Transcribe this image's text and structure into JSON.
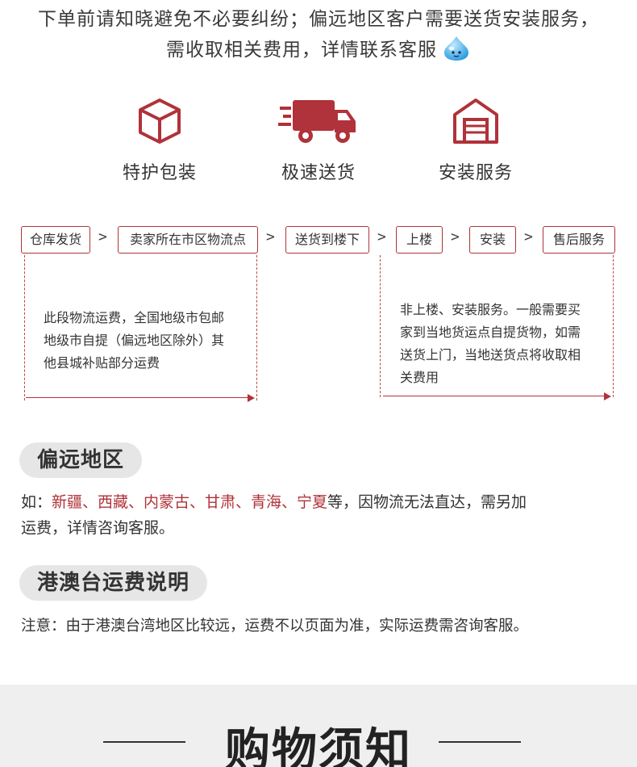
{
  "notice": {
    "line1": "下单前请知晓避免不必要纠纷；偏远地区客户需要送货安装服务，",
    "line2": "需收取相关费用，详情联系客服"
  },
  "features": [
    {
      "label": "特护包装",
      "icon": "package-box-icon"
    },
    {
      "label": "极速送货",
      "icon": "delivery-truck-icon"
    },
    {
      "label": "安装服务",
      "icon": "warehouse-icon"
    }
  ],
  "flow": {
    "steps": [
      "仓库发货",
      "卖家所在市区物流点",
      "送货到楼下",
      "上楼",
      "安装",
      "售后服务"
    ],
    "separator": ">",
    "left_desc": [
      "此段物流运费，全国地级市包邮",
      "地级市自提（偏远地区除外）其",
      "他县城补贴部分运费"
    ],
    "right_desc": [
      "非上楼、安装服务。一般需要买",
      "家到当地货运点自提货物，如需",
      "送货上门，当地送货点将收取相",
      "关费用"
    ]
  },
  "remote": {
    "title": "偏远地区",
    "prefix": "如：",
    "regions": "新疆、西藏、内蒙古、甘肃、青海、宁夏",
    "suffix": "等，因物流无法直达，需另加",
    "line2": "运费，详情咨询客服。"
  },
  "hkmo": {
    "title": "港澳台运费说明",
    "text": "注意：由于港澳台湾地区比较远，运费不以页面为准，实际运费需咨询客服。"
  },
  "footer": {
    "title": "购物须知"
  },
  "colors": {
    "accent": "#b0323a",
    "pill_bg": "#e6e6e6",
    "band_bg": "#efefef"
  }
}
